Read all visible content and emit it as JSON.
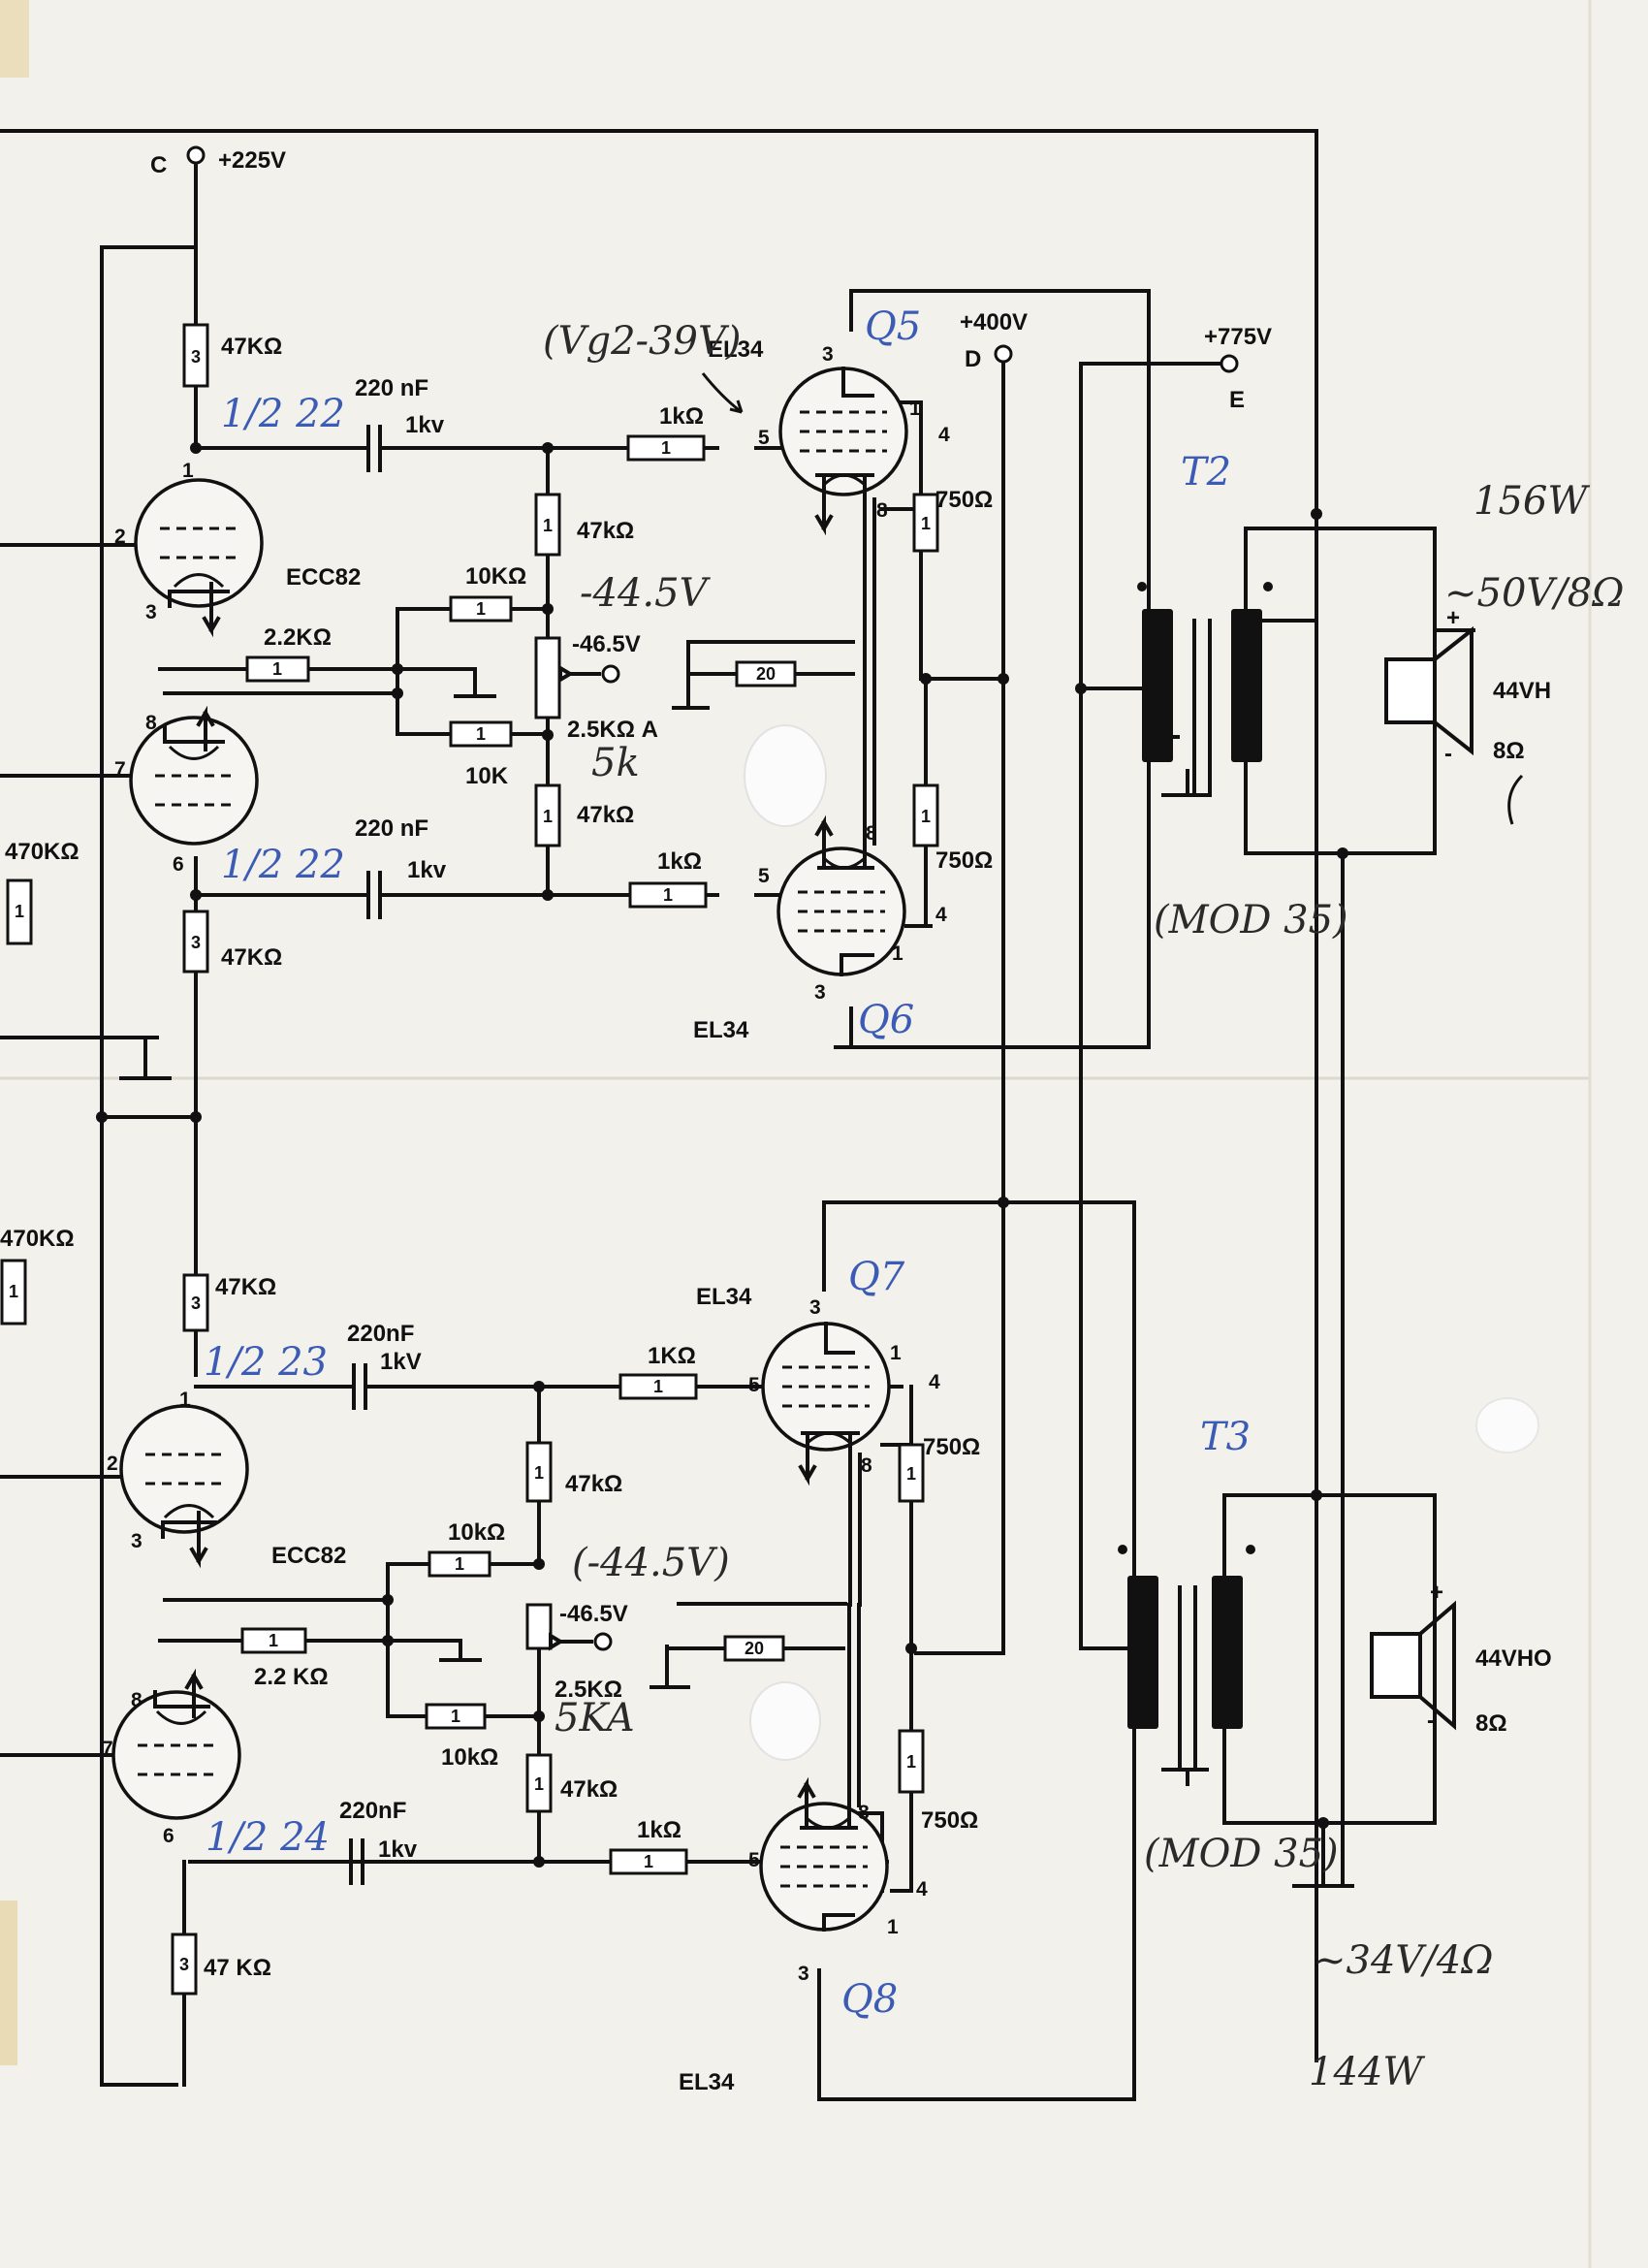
{
  "nodes": {
    "c": {
      "letter": "C",
      "voltage": "+225V"
    },
    "d": {
      "letter": "D",
      "voltage": "+400V"
    },
    "e": {
      "letter": "E",
      "voltage": "+775V"
    }
  },
  "tubes": {
    "ecc82_top": "ECC82",
    "ecc82_bottom": "ECC82",
    "q5_type": "EL34",
    "q6_type": "EL34",
    "q7_type": "EL34",
    "q8_type": "EL34"
  },
  "resistors": {
    "r47k": "47KΩ",
    "r47k_small": "47kΩ",
    "r47k_spaced": "47 KΩ",
    "r1k": "1kΩ",
    "r1k_caps": "1KΩ",
    "r10k": "10KΩ",
    "r10k_small": "10kΩ",
    "r10k_plain": "10K",
    "r10k_b": "10kΩ",
    "r22k": "2.2KΩ",
    "r22k_b": "2.2 KΩ",
    "r25k": "2.5KΩ A",
    "r25k_b": "2.5KΩ",
    "r470k": "470KΩ",
    "r750": "750Ω",
    "code_3": "3",
    "code_1": "1",
    "code_20": "20"
  },
  "capacitors": {
    "value": "220 nF",
    "value_b": "220nF",
    "rating": "1kv",
    "rating_b": "1kV"
  },
  "bias": {
    "voltage": "-46.5V"
  },
  "speakers": {
    "top_voltage": "44VH",
    "bottom_voltage": "44VHO",
    "impedance": "8Ω",
    "plus": "+",
    "minus": "-"
  },
  "pins": {
    "p1": "1",
    "p2": "2",
    "p3": "3",
    "p4": "4",
    "p5": "5",
    "p6": "6",
    "p7": "7",
    "p8": "8"
  },
  "handwritten": {
    "vg2": "(Vg2-39V)",
    "bias_top": "-44.5V",
    "five_k": "5k",
    "bias_bottom": "(-44.5V)",
    "five_ka": "5KA",
    "t2": "T2",
    "t3": "T3",
    "mod35_top": "(MOD 35)",
    "mod35_bottom": "(MOD 35)",
    "power_156": "156W",
    "out_50v": "~50V/8Ω",
    "out_34v": "~34V/4Ω",
    "power_144": "144W",
    "v2_22_a": "1/2 22",
    "v2_22_b": "1/2 22",
    "v2_23": "1/2 23",
    "v2_24": "1/2 24",
    "q5": "Q5",
    "q6": "Q6",
    "q7": "Q7",
    "q8": "Q8"
  }
}
